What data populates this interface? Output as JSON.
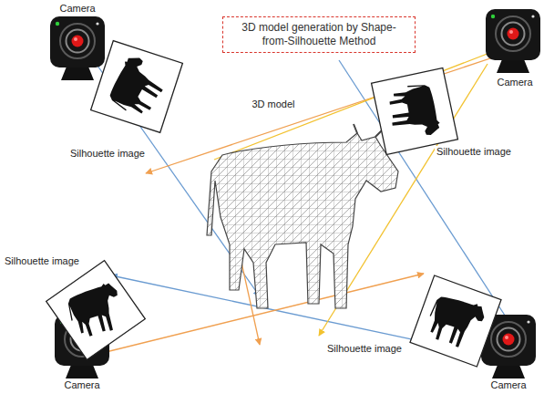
{
  "diagram": {
    "title": "3D model generation by Shape-from-Silhouette Method",
    "nodes": [
      {
        "text": [
          "Silhouette image"
        ]
      },
      {
        "text": [
          "Silhouette image"
        ]
      },
      {
        "text": [
          "Silhouette image"
        ]
      },
      {
        "text": [
          "Silhouette image"
        ]
      }
    ],
    "labels": [
      "Camera",
      "Camera",
      "3D model",
      "Camera",
      "Camera"
    ]
  }
}
